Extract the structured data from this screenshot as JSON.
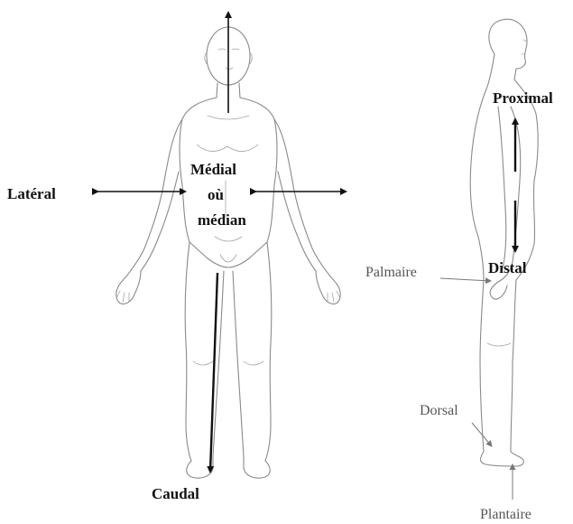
{
  "labels": {
    "lateral": "Latéral",
    "medial_line1": "Médial",
    "medial_line2": "où",
    "medial_line3": "médian",
    "caudal": "Caudal",
    "proximal": "Proximal",
    "distal": "Distal",
    "palmaire": "Palmaire",
    "dorsal": "Dorsal",
    "plantaire": "Plantaire"
  }
}
